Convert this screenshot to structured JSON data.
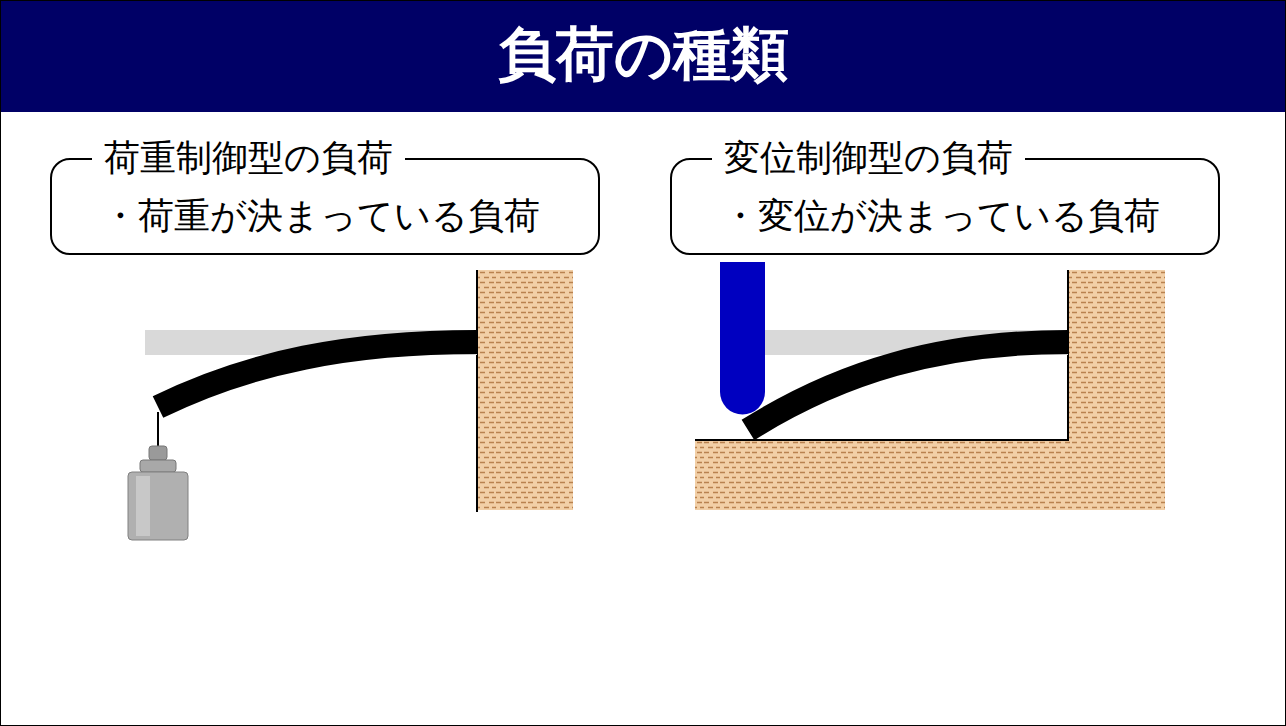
{
  "diagram": {
    "title": "負荷の種類",
    "nodes": [
      {
        "text": [
          "荷重制御型の負荷",
          "・荷重が決まっている負荷"
        ]
      },
      {
        "text": [
          "変位制御型の負荷",
          "・変位が決まっている負荷"
        ]
      }
    ]
  }
}
